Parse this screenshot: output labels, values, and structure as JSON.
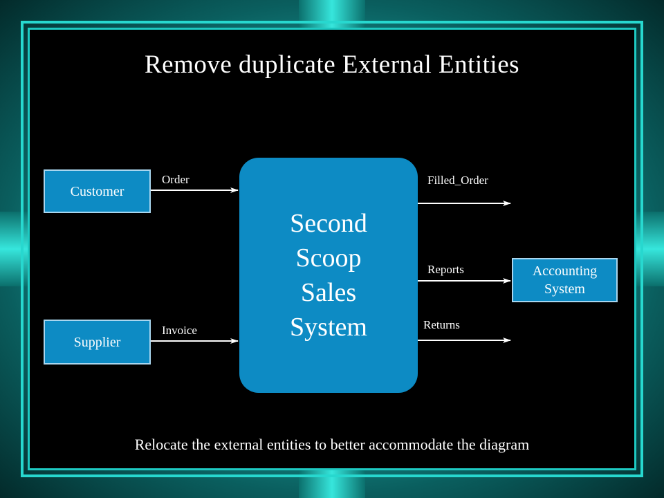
{
  "title": "Remove duplicate External Entities",
  "footer": "Relocate the external entities to better accommodate the diagram",
  "process": {
    "line1": "Second",
    "line2": "Scoop",
    "line3": "Sales",
    "line4": "System"
  },
  "entities": {
    "customer": "Customer",
    "supplier": "Supplier",
    "accounting_line1": "Accounting",
    "accounting_line2": "System"
  },
  "flows": {
    "order": "Order",
    "invoice": "Invoice",
    "filled_order": "Filled_Order",
    "reports": "Reports",
    "returns": "Returns"
  },
  "colors": {
    "entity_fill": "#0d8bc4",
    "border_accent": "#27d8cf",
    "background": "#000000"
  }
}
